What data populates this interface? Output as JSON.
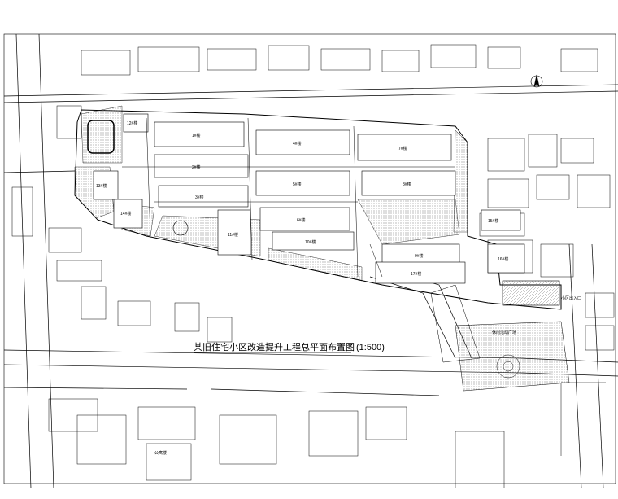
{
  "drawing": {
    "title": "某旧住宅小区改造提升工程总平面布置图",
    "scale_suffix": "(1:500)"
  },
  "labels": {
    "bldg_1": "1#楼",
    "bldg_2": "2#楼",
    "bldg_3": "3#楼",
    "bldg_4": "4#楼",
    "bldg_5": "5#楼",
    "bldg_6": "6#楼",
    "bldg_7": "7#楼",
    "bldg_8": "8#楼",
    "bldg_9": "9#楼",
    "bldg_10": "10#楼",
    "bldg_11": "11#楼",
    "bldg_12": "12#楼",
    "bldg_13": "13#楼",
    "bldg_14": "14#楼",
    "bldg_15": "15#楼",
    "bldg_16": "16#楼",
    "bldg_17": "17#楼",
    "entrance_east": "小区出入口",
    "activity_square": "休闲活动广场",
    "south_bldg": "公寓楼"
  },
  "colors": {
    "line": "#000000",
    "green": "#555555",
    "bg": "#ffffff"
  }
}
